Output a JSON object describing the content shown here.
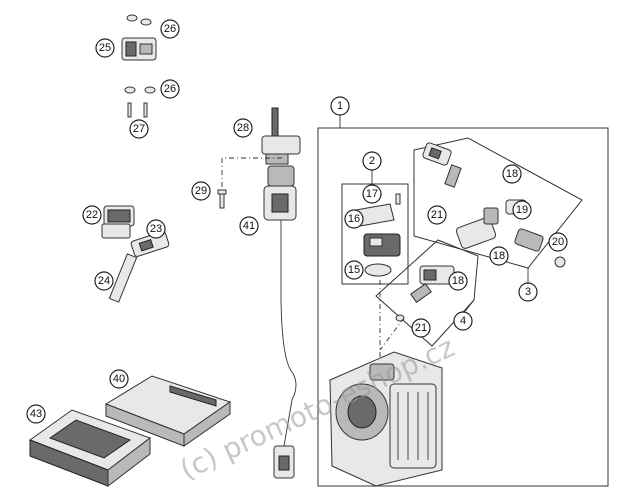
{
  "watermark": "(c) promoto-eshop.cz",
  "callouts": [
    "1",
    "2",
    "3",
    "4",
    "15",
    "16",
    "17",
    "18",
    "18",
    "19",
    "20",
    "21",
    "21",
    "22",
    "23",
    "24",
    "25",
    "26",
    "26",
    "27",
    "28",
    "29",
    "40",
    "41",
    "43",
    "18"
  ]
}
